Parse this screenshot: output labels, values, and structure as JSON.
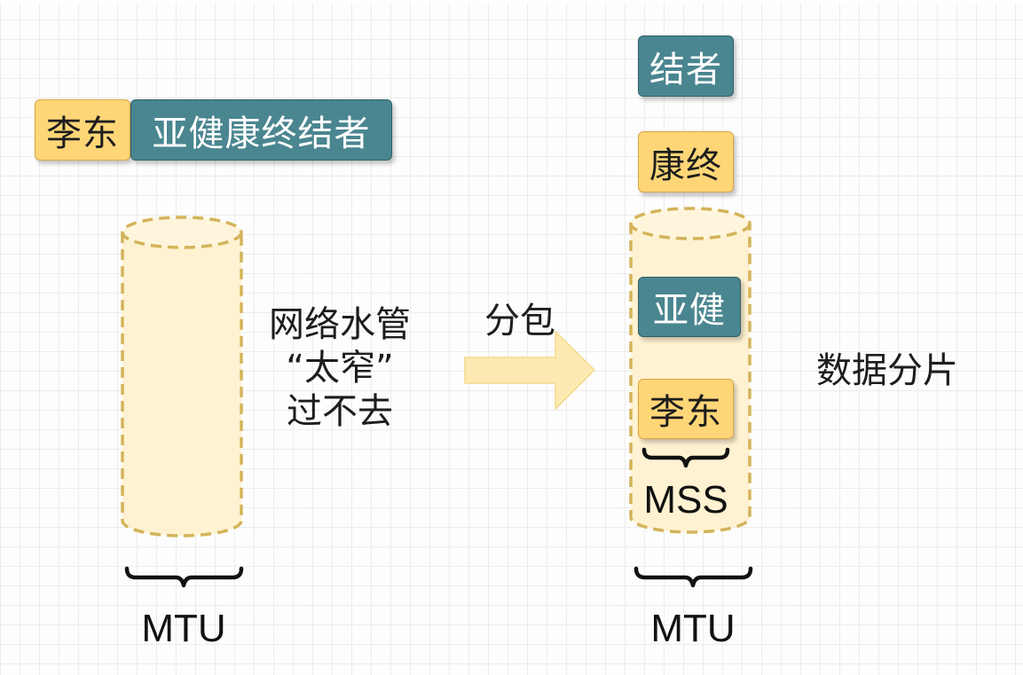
{
  "left": {
    "data_label_1": "李东",
    "data_label_2": "亚健康终结者",
    "pipe_caption_lines": [
      "网络水管",
      "“太窄”",
      "过不去"
    ],
    "mtu_label": "MTU"
  },
  "middle": {
    "arrow_label": "分包"
  },
  "right": {
    "fragment_1": "结者",
    "fragment_2": "康终",
    "fragment_3": "亚健",
    "fragment_4": "李东",
    "mss_label": "MSS",
    "mtu_label": "MTU",
    "caption": "数据分片"
  },
  "colors": {
    "yellow_box": "#ffd677",
    "teal_box": "#4a8690",
    "pipe_fill": "#fff2d2",
    "pipe_stroke": "#d4b45a",
    "arrow_fill": "#fdeab2"
  }
}
